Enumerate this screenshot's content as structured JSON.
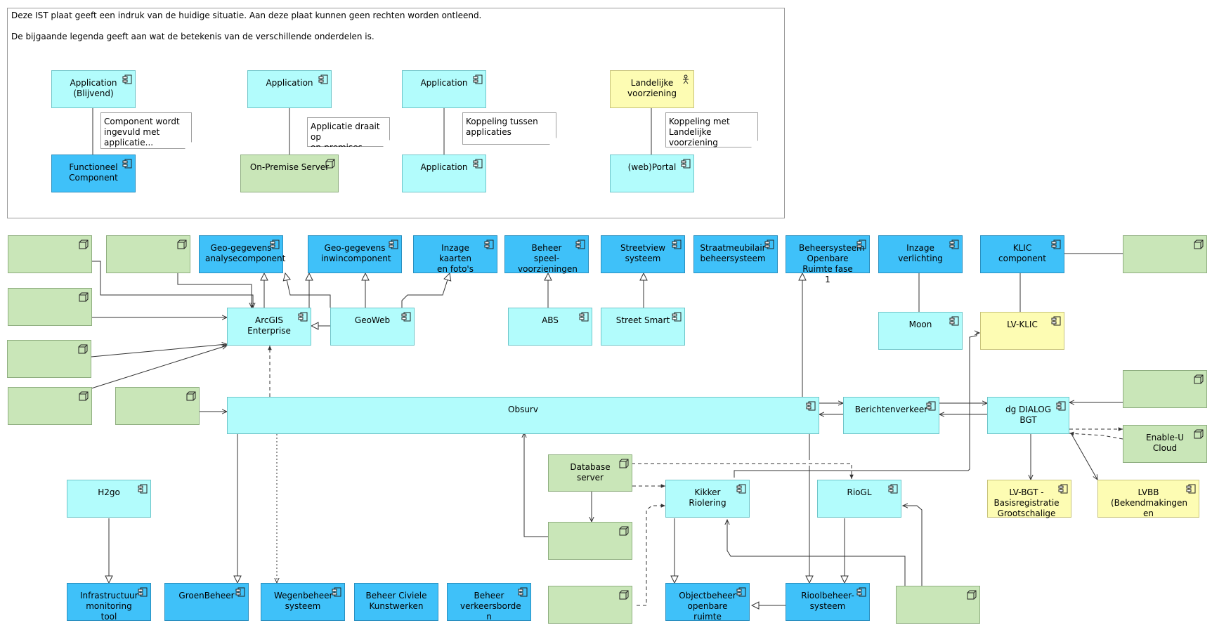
{
  "legend": {
    "line1": "Deze IST plaat geeft een indruk van de huidige situatie. Aan deze plaat kunnen geen rechten worden ontleend.",
    "line2": "De bijgaande legenda geeft aan wat de betekenis van de verschillende onderdelen is.",
    "app_blijvend": "Application\n(Blijvend)",
    "func_component": "Functioneel\nComponent",
    "note_component": "Component wordt\ningevuld met\napplicatie...",
    "app_onprem": "Application",
    "onprem_server": "On-Premise Server",
    "note_onprem": "Applicatie draait op\non-premises server",
    "app_koppeling_top": "Application",
    "app_koppeling_bottom": "Application",
    "note_koppeling": "Koppeling tussen\napplicaties",
    "landelijke": "Landelijke\nvoorziening",
    "webportal": "(web)Portal",
    "note_landelijk": "Koppeling met\nLandelijke voorziening"
  },
  "nodes": {
    "geo_analyse": "Geo-gegevens\nanalysecomponent",
    "geo_inwin": "Geo-gegevens\ninwincomponent",
    "inzage_kaarten": "Inzage kaarten\nen foto's",
    "beheer_speel": "Beheer speel-\nvoorzieningen",
    "streetview": "Streetview\nsysteem",
    "straatmeubilair": "Straatmeubilair\nbeheersysteem",
    "bor": "Beheersysteem\nOpenbare\nRuimte fase 1",
    "inzage_verlichting": "Inzage\nverlichting",
    "klic": "KLIC\ncomponent",
    "arcgis": "ArcGIS\nEnterprise",
    "geoweb": "GeoWeb",
    "abs": "ABS",
    "street_smart": "Street Smart",
    "moon": "Moon",
    "lv_klic": "LV-KLIC",
    "obsurv": "Obsurv",
    "berichtenverkeer": "Berichtenverkeer",
    "dg_dialog": "dg DIALOG\nBGT",
    "enable_u": "Enable-U\nCloud",
    "database_server": "Database\nserver",
    "kikker": "Kikker\nRiolering",
    "riogl": "RioGL",
    "lv_bgt": "LV-BGT -\nBasisregistratie\nGrootschalige",
    "lvbb": "LVBB\n(Bekendmakingen\nen",
    "h2go": "H2go",
    "infra": "Infrastructuur\nmonitoring\ntool",
    "groenbeheer": "GroenBeheer",
    "wegenbeheer": "Wegenbeheer\nsysteem",
    "civiele": "Beheer Civiele\nKunstwerken",
    "verkeersborden": "Beheer\nverkeersborde\nn",
    "objectbeheer": "Objectbeheer\nopenbare\nruimte",
    "rioolbeheer": "Rioolbeheer-\nsysteem"
  },
  "colors": {
    "application": "#b2fcfc",
    "functional_component": "#3fc1f9",
    "server": "#c9e6b8",
    "national": "#fdfcb3"
  }
}
